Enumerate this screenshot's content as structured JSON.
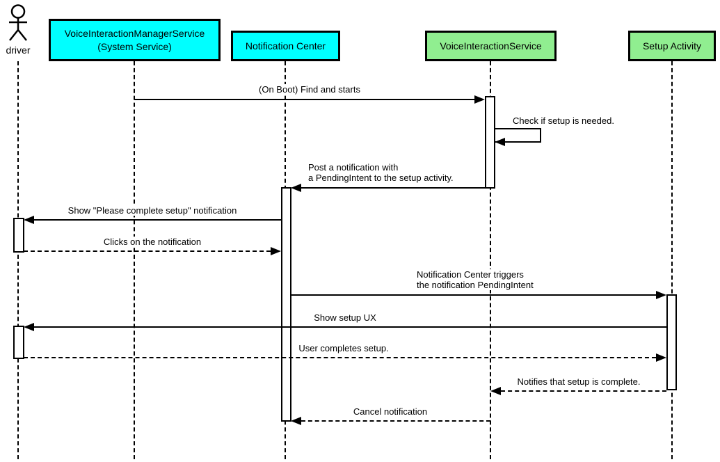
{
  "actor": {
    "label": "driver"
  },
  "participants": [
    {
      "id": "voice-interaction-manager-service",
      "line1": "VoiceInteractionManagerService",
      "line2": "(System Service)",
      "fill": "#00ffff"
    },
    {
      "id": "notification-center",
      "line1": "Notification Center",
      "fill": "#00ffff"
    },
    {
      "id": "voice-interaction-service",
      "line1": "VoiceInteractionService",
      "fill": "#90ee90"
    },
    {
      "id": "setup-activity",
      "line1": "Setup Activity",
      "fill": "#90ee90"
    }
  ],
  "messages": [
    {
      "label": "(On Boot) Find and starts",
      "from": "VoiceInteractionManagerService (System Service)",
      "to": "VoiceInteractionService",
      "line": "solid"
    },
    {
      "label": "Check if setup is needed.",
      "from": "VoiceInteractionService",
      "to": "VoiceInteractionService",
      "line": "solid"
    },
    {
      "line1": "Post a notification with",
      "line2": "a PendingIntent to the setup activity.",
      "from": "VoiceInteractionService",
      "to": "Notification Center",
      "line": "solid"
    },
    {
      "label": "Show \"Please complete setup\" notification",
      "from": "Notification Center",
      "to": "driver",
      "line": "solid"
    },
    {
      "label": "Clicks on the notification",
      "from": "driver",
      "to": "Notification Center",
      "line": "dashed"
    },
    {
      "line1": "Notification Center triggers",
      "line2": "the notification PendingIntent",
      "from": "Notification Center",
      "to": "Setup Activity",
      "line": "solid"
    },
    {
      "label": "Show setup UX",
      "from": "Setup Activity",
      "to": "driver",
      "line": "solid"
    },
    {
      "label": "User completes setup.",
      "from": "driver",
      "to": "Setup Activity",
      "line": "dashed"
    },
    {
      "label": "Notifies that setup is complete.",
      "from": "Setup Activity",
      "to": "VoiceInteractionService",
      "line": "dashed"
    },
    {
      "label": "Cancel notification",
      "from": "VoiceInteractionService",
      "to": "Notification Center",
      "line": "dashed"
    }
  ],
  "colors": {
    "cyan_participant": "#00ffff",
    "green_participant": "#90ee90",
    "line": "#000000",
    "background": "#ffffff"
  }
}
